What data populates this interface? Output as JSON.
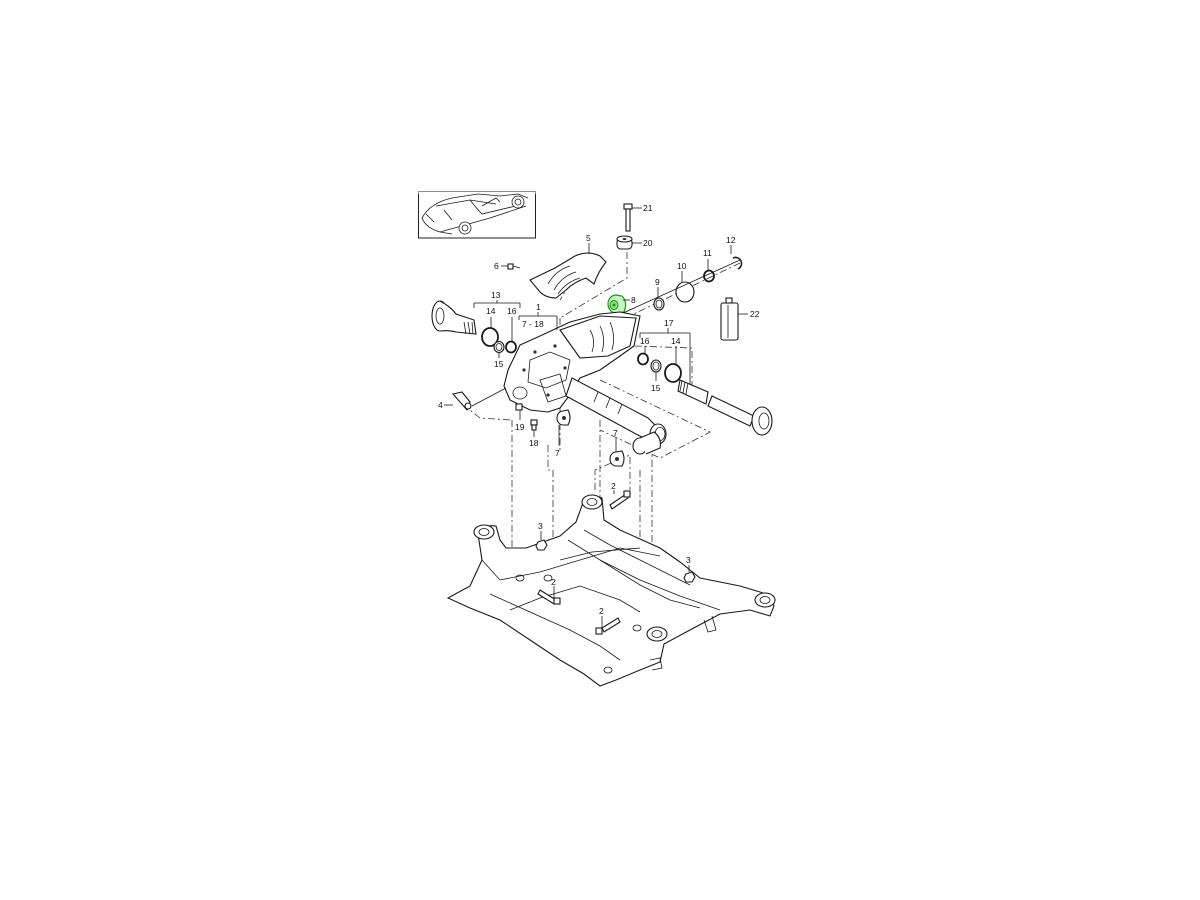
{
  "diagram": {
    "type": "exploded-parts-diagram",
    "subject": "front axle differential and subframe",
    "highlight_color": "#33cc33",
    "highlighted_part": "8",
    "thumbnail": {
      "label": "vehicle-location-thumbnail"
    },
    "callouts": [
      {
        "id": "c21",
        "label": "21",
        "part": "bolt"
      },
      {
        "id": "c20",
        "label": "20",
        "part": "bushing"
      },
      {
        "id": "c5",
        "label": "5",
        "part": "heat-shield"
      },
      {
        "id": "c6",
        "label": "6",
        "part": "screw"
      },
      {
        "id": "c10",
        "label": "10",
        "part": "seal-ring"
      },
      {
        "id": "c11",
        "label": "11",
        "part": "o-ring"
      },
      {
        "id": "c12",
        "label": "12",
        "part": "circlip"
      },
      {
        "id": "c9",
        "label": "9",
        "part": "seal"
      },
      {
        "id": "c8",
        "label": "8",
        "part": "mounting-bushing"
      },
      {
        "id": "c22",
        "label": "22",
        "part": "oil-container"
      },
      {
        "id": "c13",
        "label": "13",
        "part": "flange-shaft-kit"
      },
      {
        "id": "c14a",
        "label": "14",
        "part": "seal-ring"
      },
      {
        "id": "c16a",
        "label": "16",
        "part": "circlip"
      },
      {
        "id": "c15a",
        "label": "15",
        "part": "shim"
      },
      {
        "id": "c1",
        "label": "1",
        "part": "differential"
      },
      {
        "id": "c7-18",
        "label": "7 - 18",
        "part": "differential-range"
      },
      {
        "id": "c17",
        "label": "17",
        "part": "axle-shaft-kit"
      },
      {
        "id": "c16b",
        "label": "16",
        "part": "circlip"
      },
      {
        "id": "c14b",
        "label": "14",
        "part": "seal-ring"
      },
      {
        "id": "c15b",
        "label": "15",
        "part": "shim"
      },
      {
        "id": "c4",
        "label": "4",
        "part": "breather"
      },
      {
        "id": "c19",
        "label": "19",
        "part": "drain-plug"
      },
      {
        "id": "c18",
        "label": "18",
        "part": "filler-plug"
      },
      {
        "id": "c7a",
        "label": "7",
        "part": "bushing"
      },
      {
        "id": "c7b",
        "label": "7",
        "part": "bushing"
      },
      {
        "id": "c2a",
        "label": "2",
        "part": "bolt"
      },
      {
        "id": "c3a",
        "label": "3",
        "part": "nut"
      },
      {
        "id": "c3b",
        "label": "3",
        "part": "nut"
      },
      {
        "id": "c2b",
        "label": "2",
        "part": "bolt"
      },
      {
        "id": "c2c",
        "label": "2",
        "part": "bolt"
      }
    ]
  }
}
